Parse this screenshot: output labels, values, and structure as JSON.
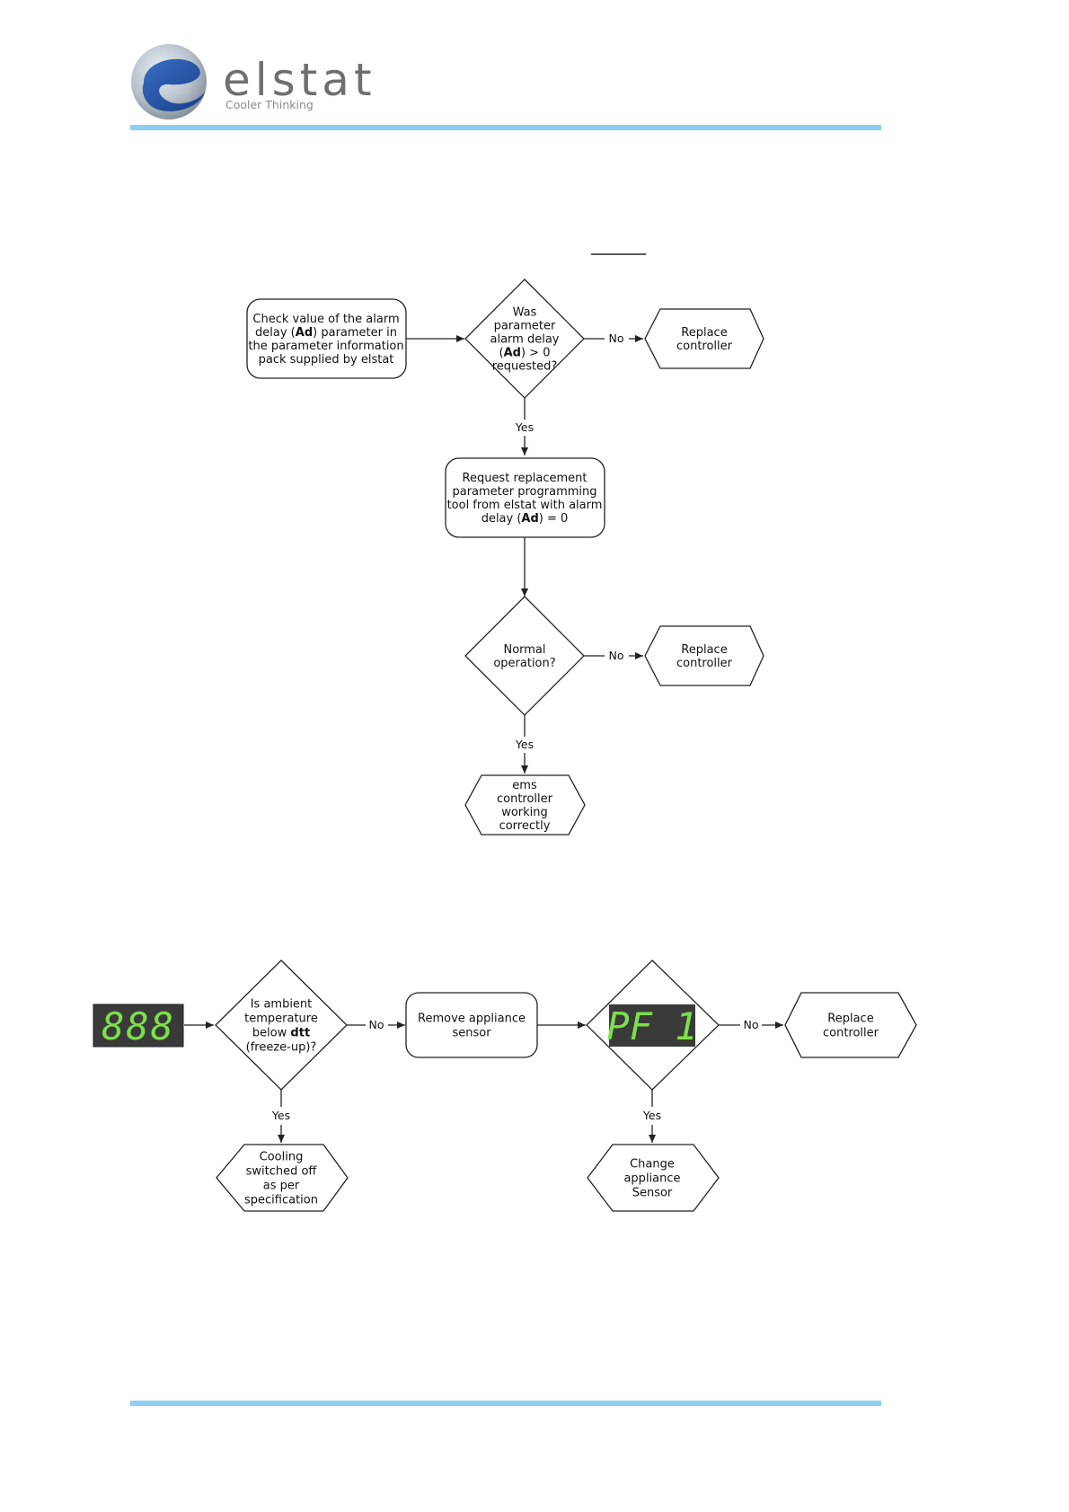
{
  "header": {
    "brand_name": "elstat",
    "tagline": "Cooler Thinking",
    "rule_color": "#8ccdf2"
  },
  "diagram1": {
    "start": [
      "Check value of the alarm",
      "delay (|Ad|) parameter in",
      "the parameter information",
      "pack supplied by elstat"
    ],
    "decision1": [
      "Was",
      "parameter",
      "alarm delay",
      "(|Ad|) > 0",
      "requested?"
    ],
    "replace1": [
      "Replace",
      "controller"
    ],
    "request": [
      "Request replacement",
      "parameter programming",
      "tool from elstat with alarm",
      "delay (|Ad|) = 0"
    ],
    "decision2": [
      "Normal",
      "operation?"
    ],
    "replace2": [
      "Replace",
      "controller"
    ],
    "end": [
      "ems",
      "controller",
      "working",
      "correctly"
    ],
    "label_no": "No",
    "label_yes": "Yes"
  },
  "diagram2": {
    "display1": "888",
    "decision1": [
      "Is ambient",
      "temperature",
      "below |dtt|",
      "(freeze-up)?"
    ],
    "remove": [
      "Remove appliance",
      "sensor"
    ],
    "display2": "PF 1",
    "replace": [
      "Replace",
      "controller"
    ],
    "cooling": [
      "Cooling",
      "switched off",
      "as per",
      "specification"
    ],
    "change": [
      "Change",
      "appliance",
      "Sensor"
    ],
    "label_no": "No",
    "label_yes": "Yes",
    "display_bg": "#3a3a3a",
    "display_fg": "#7ce04a"
  }
}
